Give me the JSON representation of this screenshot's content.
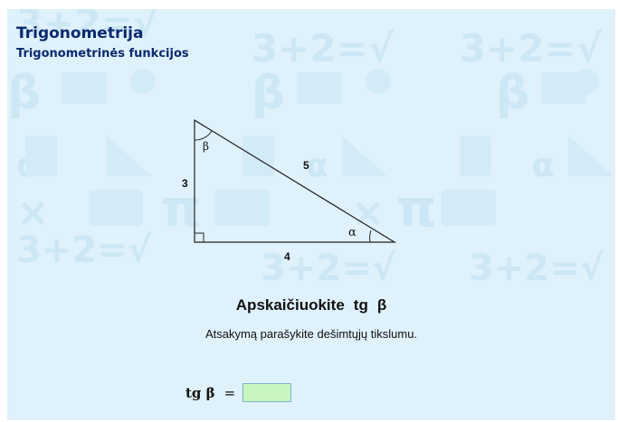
{
  "header": {
    "title": "Trigonometrija",
    "subtitle": "Trigonometrinės funkcijos"
  },
  "figure": {
    "side_vertical": "3",
    "side_horizontal": "4",
    "side_hypotenuse": "5",
    "angle_top": "β",
    "angle_right": "α"
  },
  "task": {
    "verb": "Apskaičiuokite",
    "func": "tg",
    "angle": "β",
    "instruction": "Atsakymą parašykite dešimtųjų tikslumu."
  },
  "answer": {
    "func": "tg",
    "angle": "β",
    "equals": "=",
    "value": ""
  },
  "colors": {
    "panel_bg": "#dff1fb",
    "title": "#0a2a6e",
    "input_bg": "#c9f6c0"
  }
}
